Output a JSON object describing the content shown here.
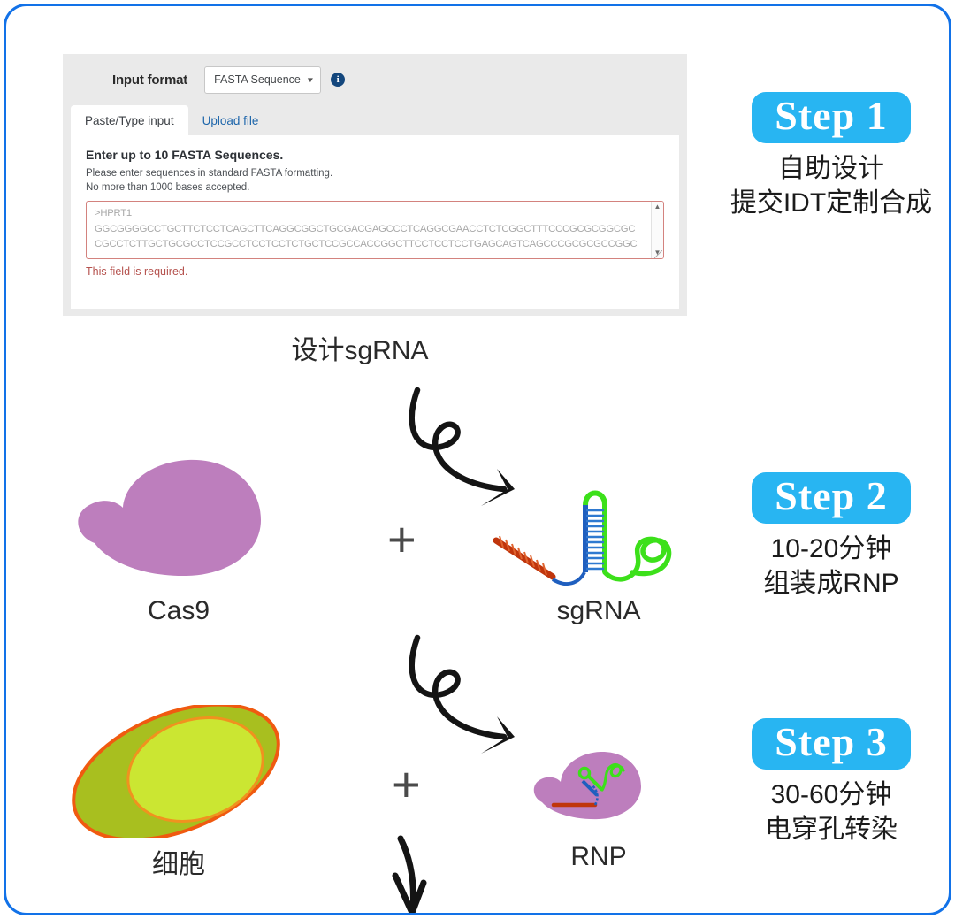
{
  "frame": {
    "border_color": "#1272e8"
  },
  "form": {
    "input_format_label": "Input format",
    "select_value": "FASTA Sequence",
    "select_caret": "▼",
    "info_icon_glyph": "i",
    "tabs": [
      {
        "label": "Paste/Type input",
        "active": true
      },
      {
        "label": "Upload file",
        "active": false
      }
    ],
    "body_title": "Enter up to 10 FASTA Sequences.",
    "body_line_1": "Please enter sequences in standard FASTA formatting.",
    "body_line_2": "No more than 1000 bases accepted.",
    "textarea_value": ">HPRT1\nGGCGGGGCCTGCTTCTCCTCAGCTTCAGGCGGCTGCGACGAGCCCTCAGGCGAACCTCTCGGCTTTCCCGCGCGGCGC\nCGCCTCTTGCTGCGCCTCCGCCTCCTCCTCTGCTCCGCCACCGGCTTCCTCCTCCTGAGCAGTCAGCCCGCGCGCCGGC",
    "scroll_up_glyph": "▲",
    "scroll_down_glyph": "▼",
    "error_text": "This field is required."
  },
  "steps": [
    {
      "badge": "Step 1",
      "line1": "自助设计",
      "line2": "提交IDT定制合成"
    },
    {
      "badge": "Step 2",
      "line1": "10-20分钟",
      "line2": "组装成RNP"
    },
    {
      "badge": "Step 3",
      "line1": "30-60分钟",
      "line2": "电穿孔转染"
    }
  ],
  "diagram": {
    "design_label": "设计sgRNA",
    "cas9_label": "Cas9",
    "sgrna_label": "sgRNA",
    "cell_label": "细胞",
    "rnp_label": "RNP",
    "plus_glyph": "+",
    "colors": {
      "cas9_purple": "#bd7ebd",
      "cell_outer": "#a8bf1f",
      "cell_outline": "#f05a10",
      "cell_nucleus": "#cbe632",
      "crrna_red": "#c0350c",
      "backbone_blue": "#1f5fbf",
      "tracrrna_green": "#3ce01a",
      "step_blue": "#28b5f2",
      "arrow_black": "#141414"
    }
  }
}
